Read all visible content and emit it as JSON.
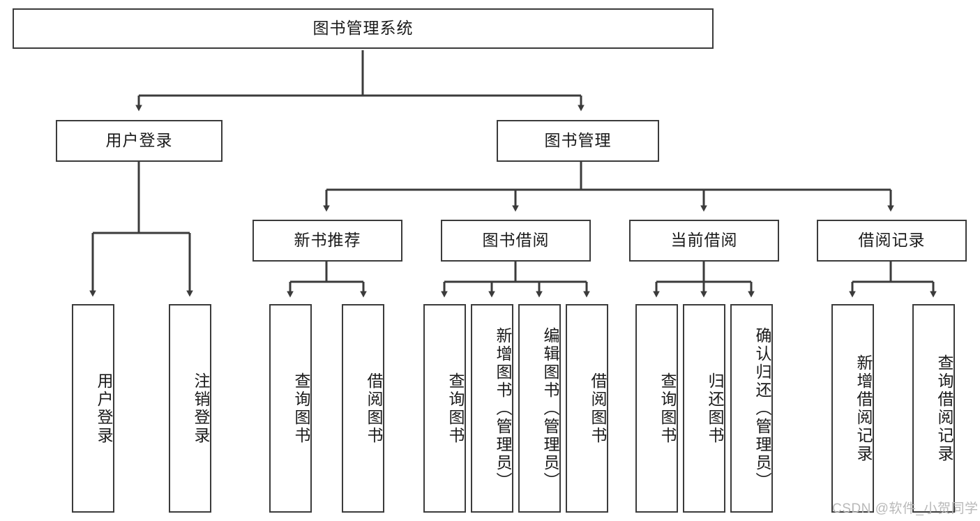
{
  "diagram": {
    "title": "图书管理系统",
    "type": "hierarchy-tree",
    "watermark": "CSDN @软件_小贺同学",
    "colors": {
      "background": "#ffffff",
      "border": "#3b3b3b",
      "text": "#1a1a1a",
      "connector": "#3b3b3b",
      "watermark": "#b9b9b9"
    },
    "nodes": {
      "root": {
        "label": "图书管理系统",
        "level": 1,
        "orientation": "horizontal"
      },
      "l2": [
        {
          "id": "user-login",
          "label": "用户登录",
          "level": 2,
          "orientation": "horizontal"
        },
        {
          "id": "book-management",
          "label": "图书管理",
          "level": 2,
          "orientation": "horizontal"
        }
      ],
      "l3": [
        {
          "id": "new-book-recommend",
          "label": "新书推荐",
          "level": 3,
          "orientation": "horizontal"
        },
        {
          "id": "book-borrow",
          "label": "图书借阅",
          "level": 3,
          "orientation": "horizontal"
        },
        {
          "id": "current-borrow",
          "label": "当前借阅",
          "level": 3,
          "orientation": "horizontal"
        },
        {
          "id": "borrow-record",
          "label": "借阅记录",
          "level": 3,
          "orientation": "horizontal"
        }
      ],
      "leaves": [
        {
          "id": "leaf-user-login",
          "label": "用户登录",
          "parent": "user-login",
          "orientation": "vertical"
        },
        {
          "id": "leaf-logout-login",
          "label": "注销登录",
          "parent": "user-login",
          "orientation": "vertical"
        },
        {
          "id": "leaf-query-book-1",
          "label": "查询图书",
          "parent": "new-book-recommend",
          "orientation": "vertical"
        },
        {
          "id": "leaf-borrow-book-1",
          "label": "借阅图书",
          "parent": "new-book-recommend",
          "orientation": "vertical"
        },
        {
          "id": "leaf-query-book-2",
          "label": "查询图书",
          "parent": "book-borrow",
          "orientation": "vertical"
        },
        {
          "id": "leaf-add-book",
          "label": "新增图书（管理员）",
          "parent": "book-borrow",
          "orientation": "vertical"
        },
        {
          "id": "leaf-edit-book",
          "label": "编辑图书（管理员）",
          "parent": "book-borrow",
          "orientation": "vertical"
        },
        {
          "id": "leaf-borrow-book-2",
          "label": "借阅图书",
          "parent": "book-borrow",
          "orientation": "vertical"
        },
        {
          "id": "leaf-query-book-3",
          "label": "查询图书",
          "parent": "current-borrow",
          "orientation": "vertical"
        },
        {
          "id": "leaf-return-book",
          "label": "归还图书",
          "parent": "current-borrow",
          "orientation": "vertical"
        },
        {
          "id": "leaf-confirm-return",
          "label": "确认归还（管理员）",
          "parent": "current-borrow",
          "orientation": "vertical"
        },
        {
          "id": "leaf-add-record",
          "label": "新增借阅记录",
          "parent": "borrow-record",
          "orientation": "vertical"
        },
        {
          "id": "leaf-query-record",
          "label": "查询借阅记录",
          "parent": "borrow-record",
          "orientation": "vertical"
        }
      ]
    }
  }
}
